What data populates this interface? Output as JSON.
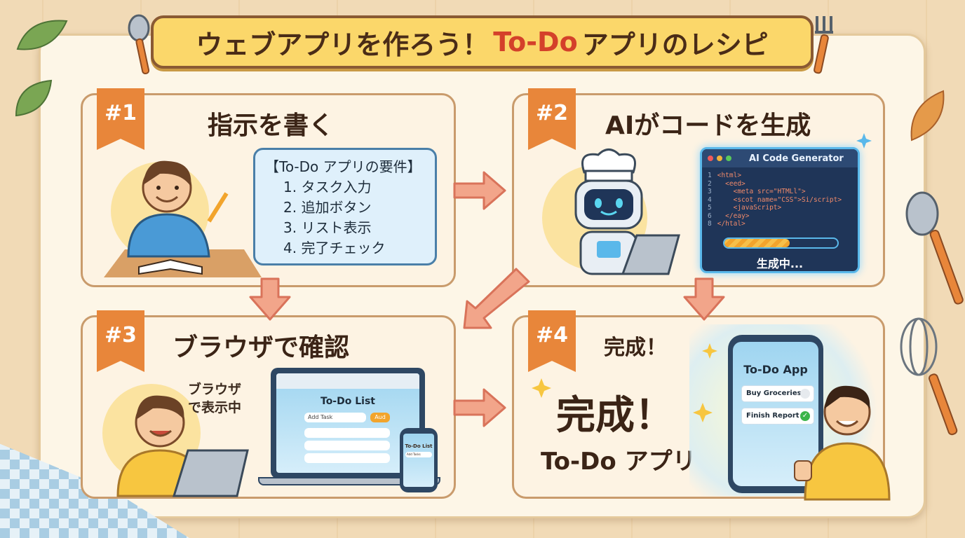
{
  "title": {
    "part1": "ウェブアプリを作ろう！",
    "part2": "To-Do",
    "part3": "アプリのレシピ"
  },
  "steps": [
    {
      "badge": "#1",
      "title": "指示を書く",
      "bubble": {
        "heading": "【To-Do アプリの要件】",
        "items": [
          "1. タスク入力",
          "2. 追加ボタン",
          "3. リスト表示",
          "4. 完了チェック"
        ]
      }
    },
    {
      "badge": "#2",
      "title": "AIがコードを生成",
      "window_title": "AI Code Generator",
      "code": [
        {
          "n": "1",
          "t": "<html>"
        },
        {
          "n": "2",
          "t": "  <eed>"
        },
        {
          "n": "3",
          "t": "    <meta src=\"HTMLl\">"
        },
        {
          "n": "4",
          "t": "    <scot name=\"CSS\">Si/script>"
        },
        {
          "n": "5",
          "t": "    <javaScript>"
        },
        {
          "n": "6",
          "t": "  </eay>"
        },
        {
          "n": "8",
          "t": "</htal>"
        }
      ],
      "progress": 0.58,
      "status": "生成中..."
    },
    {
      "badge": "#3",
      "title": "ブラウザで確認",
      "caption_line1": "ブラウザ",
      "caption_line2": "で表示中",
      "browser": {
        "heading": "To-Do List",
        "input_placeholder": "Add Task",
        "add_button": "Aud"
      },
      "phone": {
        "heading": "To-Do List",
        "input_placeholder": "Add Tasks"
      }
    },
    {
      "badge": "#4",
      "title": "完成！",
      "big_text": "完成！",
      "sub_text": "To-Do アプリ",
      "app": {
        "heading": "To-Do App",
        "items": [
          {
            "label": "Buy Groceries",
            "done": false
          },
          {
            "label": "Finish Report",
            "done": true
          }
        ]
      }
    }
  ],
  "colors": {
    "accent": "#e8863a",
    "arrow": "#f2a58a",
    "banner": "#fbd76a"
  }
}
